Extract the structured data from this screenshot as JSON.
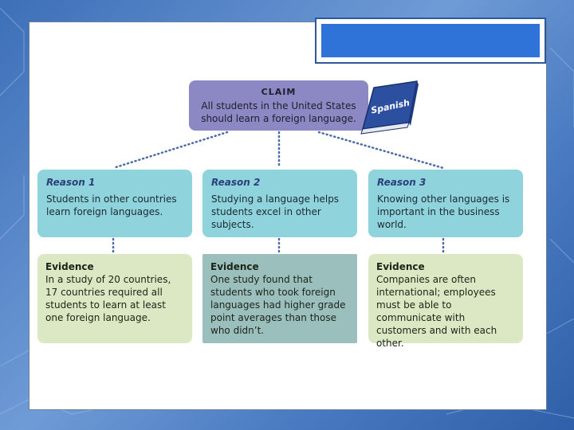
{
  "claim": {
    "label": "CLAIM",
    "text": "All students in the United States should learn a foreign language."
  },
  "book": {
    "label": "Spanish"
  },
  "reasons": [
    {
      "title": "Reason 1",
      "text": "Students in other countries learn foreign languages."
    },
    {
      "title": "Reason 2",
      "text": "Studying a language helps students excel in other subjects."
    },
    {
      "title": "Reason 3",
      "text": "Knowing other languages is important in the business world."
    }
  ],
  "evidence": [
    {
      "title": "Evidence",
      "text": "In a study of 20 countries, 17 countries required all students to learn at least one foreign language."
    },
    {
      "title": "Evidence",
      "text": "One study found that students who took foreign languages had higher grade point averages than those who didn’t."
    },
    {
      "title": "Evidence",
      "text": "Companies are often international; employees must be able to communicate with customers and with each other."
    }
  ],
  "colors": {
    "claim": "#8c88c4",
    "reason": "#8fd3dc",
    "evidence": "#dbe8c3",
    "evidence_highlight": "#9bbfbd",
    "title_bar": "#2f73d8",
    "book": "#2c4fa0"
  }
}
